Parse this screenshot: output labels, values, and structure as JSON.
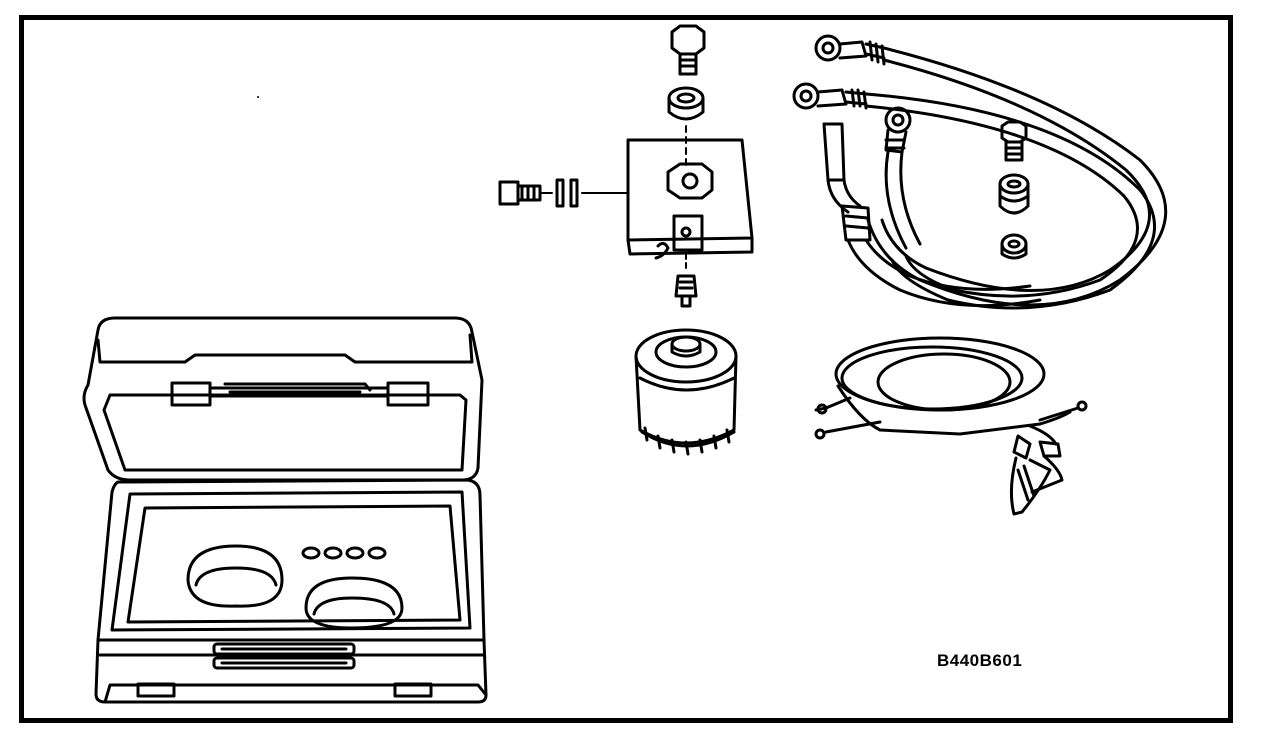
{
  "figure": {
    "id_label": "B440B601"
  },
  "parts": {
    "case": "carrying-case",
    "adapter_block": "adapter-block-assembly",
    "filter": "oil-filter-adapter",
    "hoses": "hose-pair",
    "wiring": "wire-harness-with-clip"
  },
  "colors": {
    "line": "#000000",
    "background": "#ffffff"
  }
}
